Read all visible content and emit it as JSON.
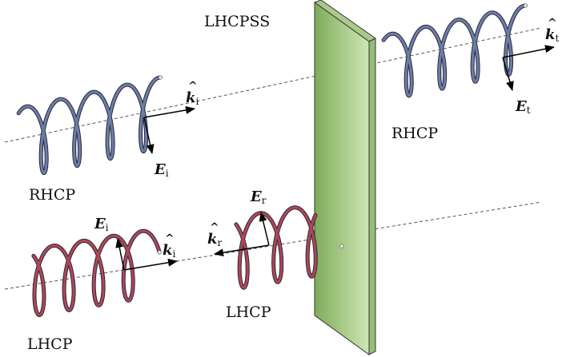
{
  "title": "LHCPSS",
  "colors": {
    "blue_helix": "#6b7ea8",
    "red_helix": "#b14655",
    "slab_light": "#cfe6b4",
    "slab_dark": "#7fac5c"
  },
  "top_incident": {
    "polarization": "RHCP",
    "k_label": "k",
    "k_sub": "i",
    "e_label": "E",
    "e_sub": "i"
  },
  "top_transmitted": {
    "polarization": "RHCP",
    "k_label": "k",
    "k_sub": "t",
    "e_label": "E",
    "e_sub": "t"
  },
  "bottom_incident": {
    "polarization": "LHCP",
    "k_label": "k",
    "k_sub": "i",
    "e_label": "E",
    "e_sub": "i"
  },
  "bottom_reflected": {
    "polarization": "LHCP",
    "k_label": "k",
    "k_sub": "r",
    "e_label": "E",
    "e_sub": "r"
  },
  "hat_symbol": "^"
}
